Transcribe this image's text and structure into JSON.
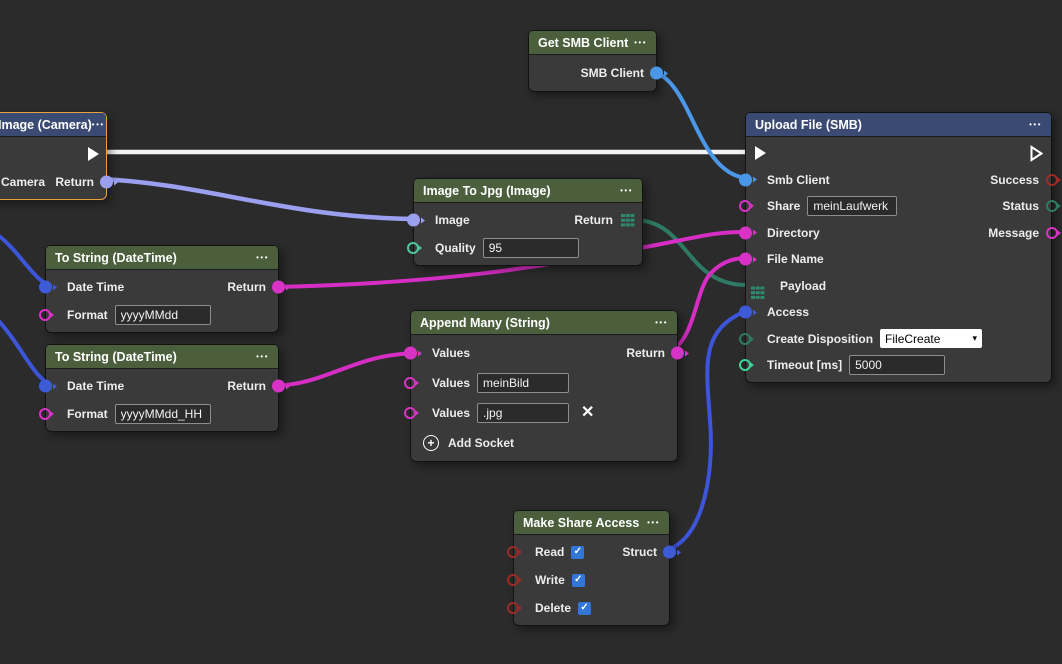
{
  "canvas": {
    "background": "#2b2b2b"
  },
  "icons": {
    "menu": "•••",
    "close": "✕",
    "plus": "+",
    "check": "✓",
    "select_arrow": "▾"
  },
  "wire_colors": {
    "exec": "#f2f2f2",
    "client_blue": "#4b97e8",
    "royal_blue": "#3c55d9",
    "periwinkle": "#9aa0ef",
    "magenta": "#d62ec4",
    "teal": "#2f7a64"
  },
  "nodes": {
    "get_smb_client": {
      "title": "Get SMB Client",
      "output_smb_client": "SMB Client"
    },
    "image_camera": {
      "title": "Image (Camera)",
      "input_camera": "Camera",
      "output_return": "Return"
    },
    "image_to_jpg": {
      "title": "Image To Jpg (Image)",
      "input_image": "Image",
      "input_quality": "Quality",
      "quality_value": "95",
      "output_return": "Return"
    },
    "to_string_1": {
      "title": "To String (DateTime)",
      "input_date_time": "Date Time",
      "input_format": "Format",
      "format_value": "yyyyMMdd",
      "output_return": "Return"
    },
    "to_string_2": {
      "title": "To String (DateTime)",
      "input_date_time": "Date Time",
      "input_format": "Format",
      "format_value": "yyyyMMdd_HH",
      "output_return": "Return"
    },
    "append_many": {
      "title": "Append Many (String)",
      "input_values_1": "Values",
      "input_values_2": "Values",
      "values_2_value": "meinBild",
      "input_values_3": "Values",
      "values_3_value": ".jpg",
      "add_socket_label": "Add Socket",
      "output_return": "Return"
    },
    "make_share_access": {
      "title": "Make Share Access",
      "input_read": "Read",
      "input_write": "Write",
      "input_delete": "Delete",
      "read_checked": "true",
      "write_checked": "true",
      "delete_checked": "true",
      "output_struct": "Struct"
    },
    "upload_file": {
      "title": "Upload File (SMB)",
      "input_smb_client": "Smb Client",
      "input_share": "Share",
      "share_value": "meinLaufwerk",
      "input_directory": "Directory",
      "input_file_name": "File Name",
      "input_payload": "Payload",
      "input_access": "Access",
      "input_create_disposition": "Create Disposition",
      "create_disposition_value": "FileCreate",
      "input_timeout": "Timeout [ms]",
      "timeout_value": "5000",
      "output_success": "Success",
      "output_status": "Status",
      "output_message": "Message"
    }
  },
  "connections": [
    {
      "from": "Image (Camera).exec",
      "to": "Upload File (SMB).exec",
      "color": "exec"
    },
    {
      "from": "Get SMB Client.SMB Client",
      "to": "Upload File (SMB).Smb Client",
      "color": "client_blue"
    },
    {
      "from": "Image (Camera).Return",
      "to": "Image To Jpg (Image).Image",
      "color": "periwinkle"
    },
    {
      "from": "Image To Jpg (Image).Return",
      "to": "Upload File (SMB).Payload",
      "color": "teal"
    },
    {
      "from": "To String (DateTime) #1.Return",
      "to": "Upload File (SMB).Directory",
      "color": "magenta"
    },
    {
      "from": "To String (DateTime) #2.Return",
      "to": "Append Many (String).Values",
      "color": "magenta"
    },
    {
      "from": "Append Many (String).Return",
      "to": "Upload File (SMB).File Name",
      "color": "magenta"
    },
    {
      "from": "Make Share Access.Struct",
      "to": "Upload File (SMB).Access",
      "color": "royal_blue"
    },
    {
      "from": "offscreen-left",
      "to": "To String (DateTime) #1.Date Time",
      "color": "royal_blue"
    },
    {
      "from": "offscreen-left",
      "to": "To String (DateTime) #2.Date Time",
      "color": "royal_blue"
    }
  ]
}
